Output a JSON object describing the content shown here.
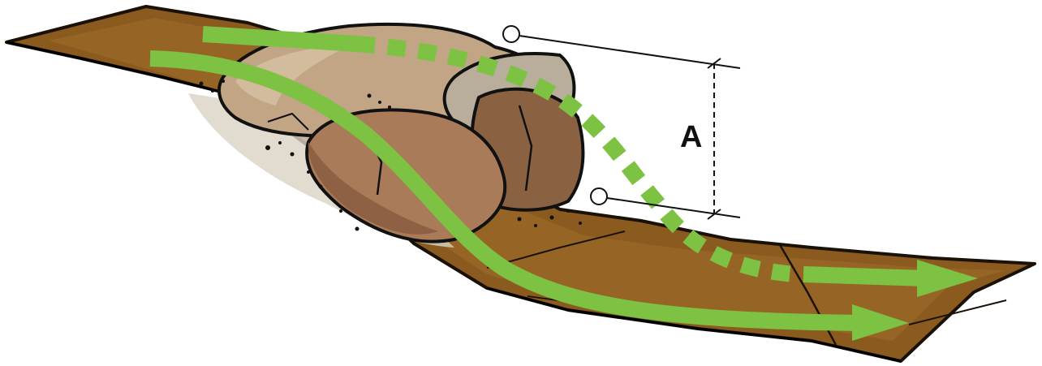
{
  "diagram": {
    "height_label": "A",
    "colors": {
      "trail_fill": "#8a5a1e",
      "trail_edge": "#1a1108",
      "rock_light": "#c2a585",
      "rock_mid": "#a97b59",
      "rock_dark": "#8a6242",
      "rock_grey": "#b9ad9c",
      "route_green": "#7dc242",
      "outline": "#111111"
    },
    "elements": [
      "trail",
      "rock-cluster",
      "route-around-arrow",
      "route-over-arrow",
      "height-marker"
    ]
  }
}
